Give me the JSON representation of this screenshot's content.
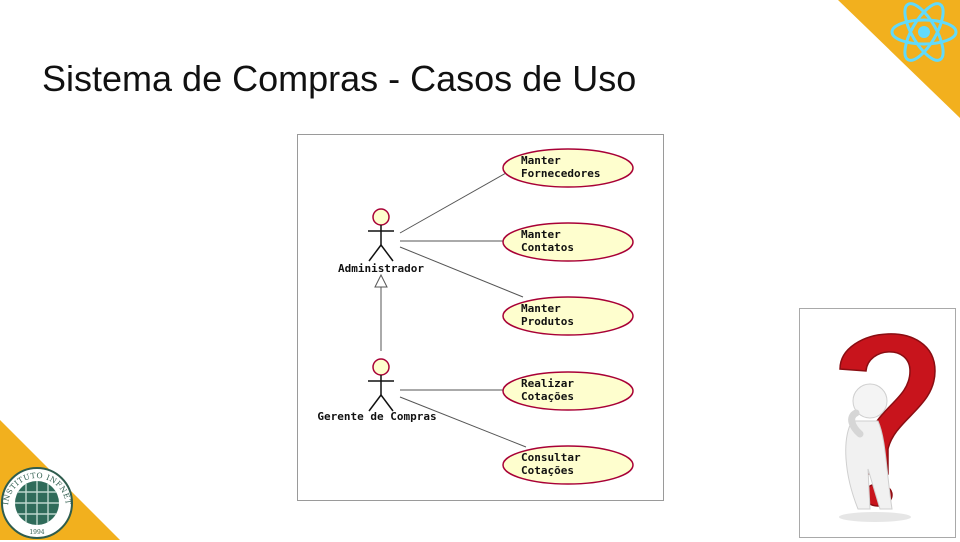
{
  "slide": {
    "title": "Sistema de Compras - Casos de Uso"
  },
  "diagram": {
    "actors": [
      {
        "name": "Administrador"
      },
      {
        "name": "Gerente de Compras"
      }
    ],
    "use_cases": [
      {
        "line1": "Manter",
        "line2": "Fornecedores"
      },
      {
        "line1": "Manter",
        "line2": "Contatos"
      },
      {
        "line1": "Manter",
        "line2": "Produtos"
      },
      {
        "line1": "Realizar",
        "line2": "Cotações"
      },
      {
        "line1": "Consultar",
        "line2": "Cotações"
      }
    ],
    "associations": [
      {
        "actor": "Administrador",
        "use_case": "Manter Fornecedores"
      },
      {
        "actor": "Administrador",
        "use_case": "Manter Contatos"
      },
      {
        "actor": "Administrador",
        "use_case": "Manter Produtos"
      },
      {
        "actor": "Gerente de Compras",
        "use_case": "Realizar Cotações"
      },
      {
        "actor": "Gerente de Compras",
        "use_case": "Consultar Cotações"
      }
    ],
    "generalization": {
      "child": "Gerente de Compras",
      "parent": "Administrador"
    }
  },
  "logo": {
    "text": "INSTITUTO INFNET",
    "year": "1994"
  },
  "colors": {
    "accent_orange": "#f2b01e",
    "usecase_fill": "#fefece",
    "usecase_stroke": "#a80036",
    "react_blue": "#61dafb",
    "question_red": "#c8141c"
  },
  "icons": [
    "react-logo-icon",
    "question-mark-figure-icon"
  ]
}
